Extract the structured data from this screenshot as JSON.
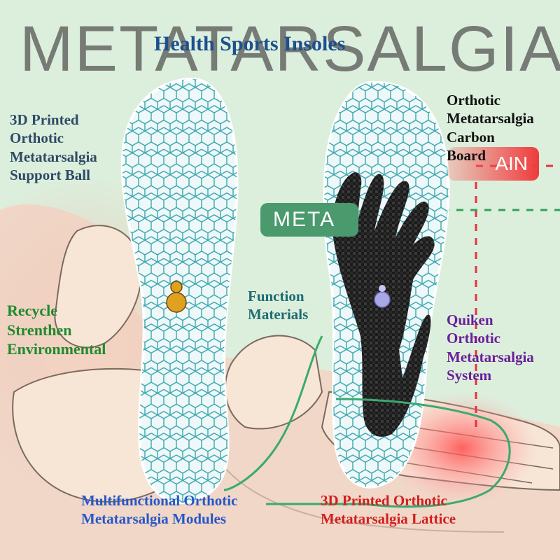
{
  "watermark": "METATARSALGIA",
  "title": "Health Sports Insoles",
  "pill_meta": "META",
  "pill_pain": "AIN",
  "labels": {
    "support_ball": [
      "3D Printed",
      "Orthotic",
      "Metatarsalgia",
      "Support Ball"
    ],
    "carbon_board": [
      "Orthotic",
      "Metatarsalgia",
      "Carbon",
      "Board"
    ],
    "recycle": [
      "Recycle",
      "Strenthen",
      "Environmental"
    ],
    "function": [
      "Function",
      "Materials"
    ],
    "quiken": [
      "Quiken",
      "Orthotic",
      "Metatarsalgia",
      "System"
    ],
    "modules": [
      "Multifunctional Orthotic",
      "Metatarsalgia Modules"
    ],
    "lattice": [
      "3D Printed Orthotic",
      "Metatarsalgia Lattice"
    ]
  },
  "colors": {
    "navy": "#1e4f8f",
    "dark_slate": "#2f4a66",
    "green": "#1f8a2e",
    "teal": "#1f6b74",
    "purple": "#6a1e9a",
    "blue": "#2757c8",
    "red": "#d21f1f",
    "hex_stroke": "#3aa6b0",
    "carbon": "#1b1b1b"
  }
}
